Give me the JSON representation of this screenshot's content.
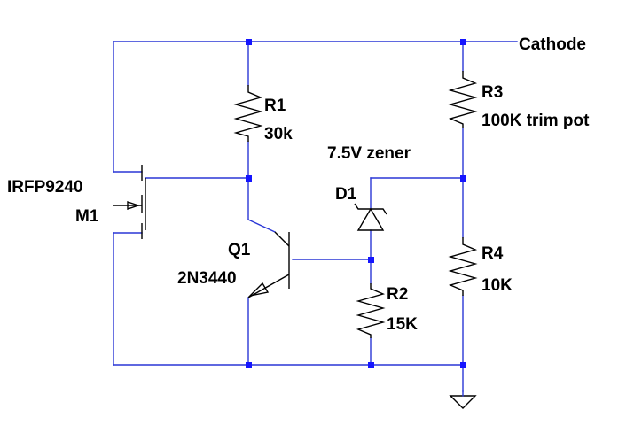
{
  "net_labels": {
    "top_right": "Cathode"
  },
  "components": {
    "r1": {
      "ref": "R1",
      "value": "30k"
    },
    "r2": {
      "ref": "R2",
      "value": "15K"
    },
    "r3": {
      "ref": "R3",
      "value": "100K trim pot"
    },
    "r4": {
      "ref": "R4",
      "value": "10K"
    },
    "d1": {
      "ref": "D1",
      "value": "7.5V zener"
    },
    "q1": {
      "ref": "Q1",
      "value": "2N3440"
    },
    "m1": {
      "ref": "M1",
      "value": "IRFP9240"
    }
  },
  "colors": {
    "wire": "#2a37d6",
    "junction": "#1515ff",
    "component": "#000000"
  }
}
